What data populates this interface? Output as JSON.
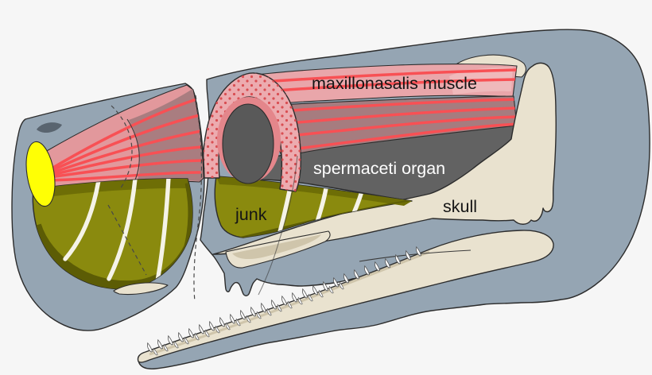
{
  "labels": {
    "muscle": "maxillonasalis muscle",
    "organ": "spermaceti organ",
    "junk": "junk",
    "skull": "skull"
  },
  "colors": {
    "background": "#f6f6f6",
    "outline": "#2c2c2c",
    "body": "#95a5b3",
    "muscle_light": "#e9a6aa",
    "muscle_dark": "#a67c7f",
    "muscle_front": "#e2989c",
    "muscle_front_inner": "#a37a7d",
    "muscle_stripe": "#f85054",
    "muscle_sheen": "#f0bcbe",
    "arch": "#ecabaf",
    "arch_dot": "#d94e52",
    "arch_rim": "#e4868b",
    "organ": "#626262",
    "organ_face": "#595959",
    "junk": "#8a8a0e",
    "junk_top": "#6e6e06",
    "junk_shadow": "#5c5c05",
    "junk_band": "#f5f3e7",
    "skull": "#e9e2cf",
    "skull_shadow": "#cfc5ab",
    "tooth": "#fdfdfd",
    "sac_yellow": "#ffff05",
    "blowhole": "#59646f",
    "label_dark": "#151515",
    "label_light": "#ffffff"
  }
}
